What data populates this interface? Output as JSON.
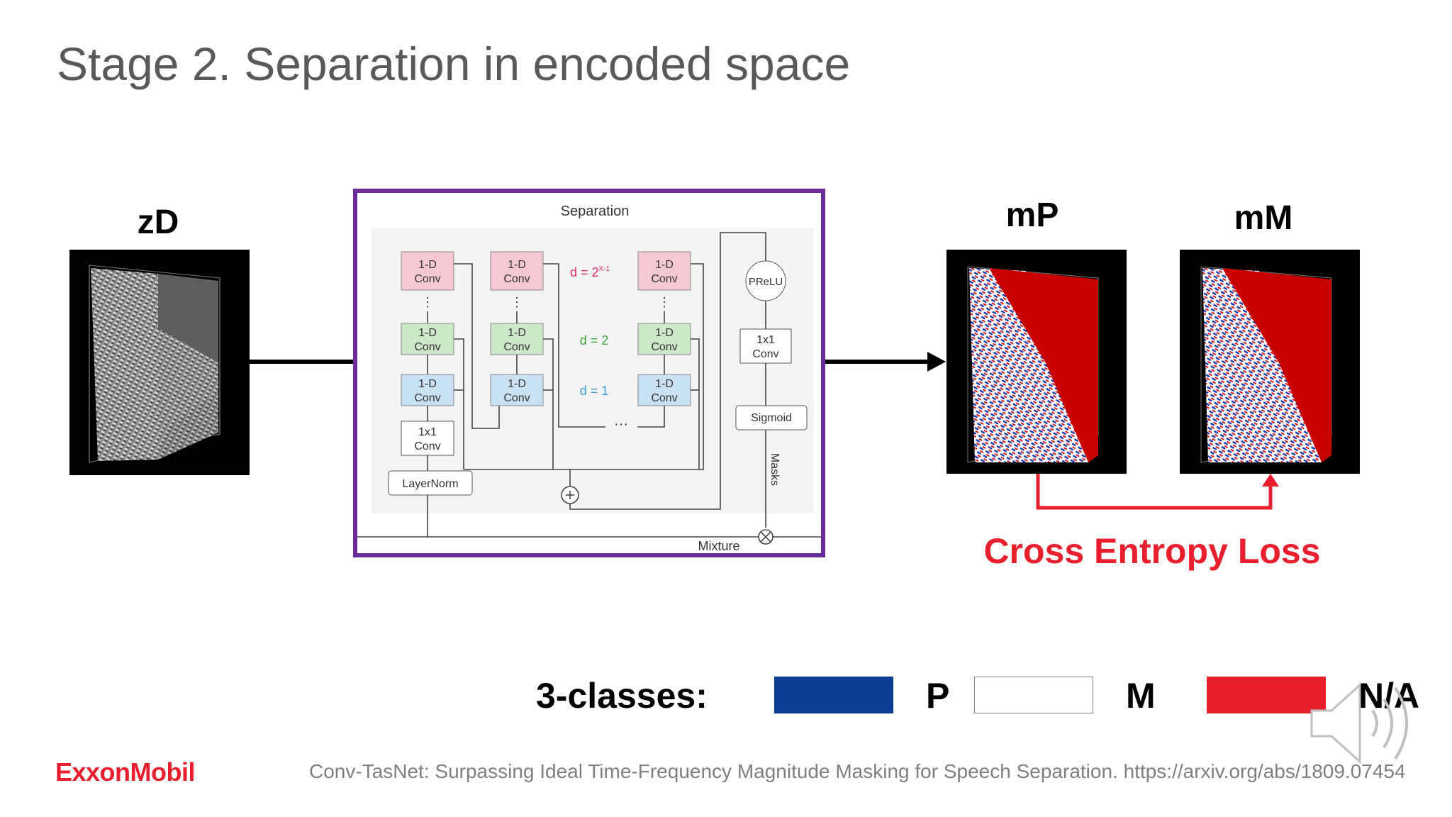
{
  "slide": {
    "title": "Stage 2. Separation in encoded space"
  },
  "panels": {
    "input_label": "zD",
    "output_p_label": "mP",
    "output_m_label": "mM"
  },
  "separation_diagram": {
    "title": "Separation",
    "conv_block": "1-D",
    "conv_block2": "Conv",
    "one_by_one_a": "1x1",
    "one_by_one_b": "Conv",
    "layernorm": "LayerNorm",
    "prelu": "PReLU",
    "sigmoid": "Sigmoid",
    "masks": "Masks",
    "mixture": "Mixture",
    "dilation_top": "d = 2",
    "dilation_top_exp": "X-1",
    "dilation_mid": "d = 2",
    "dilation_low": "d = 1",
    "ellipsis": "···"
  },
  "loss": {
    "label": "Cross Entropy Loss"
  },
  "legend": {
    "title": "3-classes:",
    "items": [
      {
        "label": "P",
        "color": "#0b3d91"
      },
      {
        "label": "M",
        "color": "#ffffff"
      },
      {
        "label": "N/A",
        "color": "#e8202e"
      }
    ]
  },
  "footer": {
    "logo": "ExxonMobil",
    "citation": "Conv-TasNet: Surpassing Ideal Time-Frequency Magnitude Masking for Speech Separation. https://arxiv.org/abs/1809.07454"
  },
  "colors": {
    "accent_purple": "#6a2c9a",
    "loss_red": "#e8202e",
    "title_gray": "#595959"
  },
  "icons": {
    "speaker": "speaker-icon"
  }
}
